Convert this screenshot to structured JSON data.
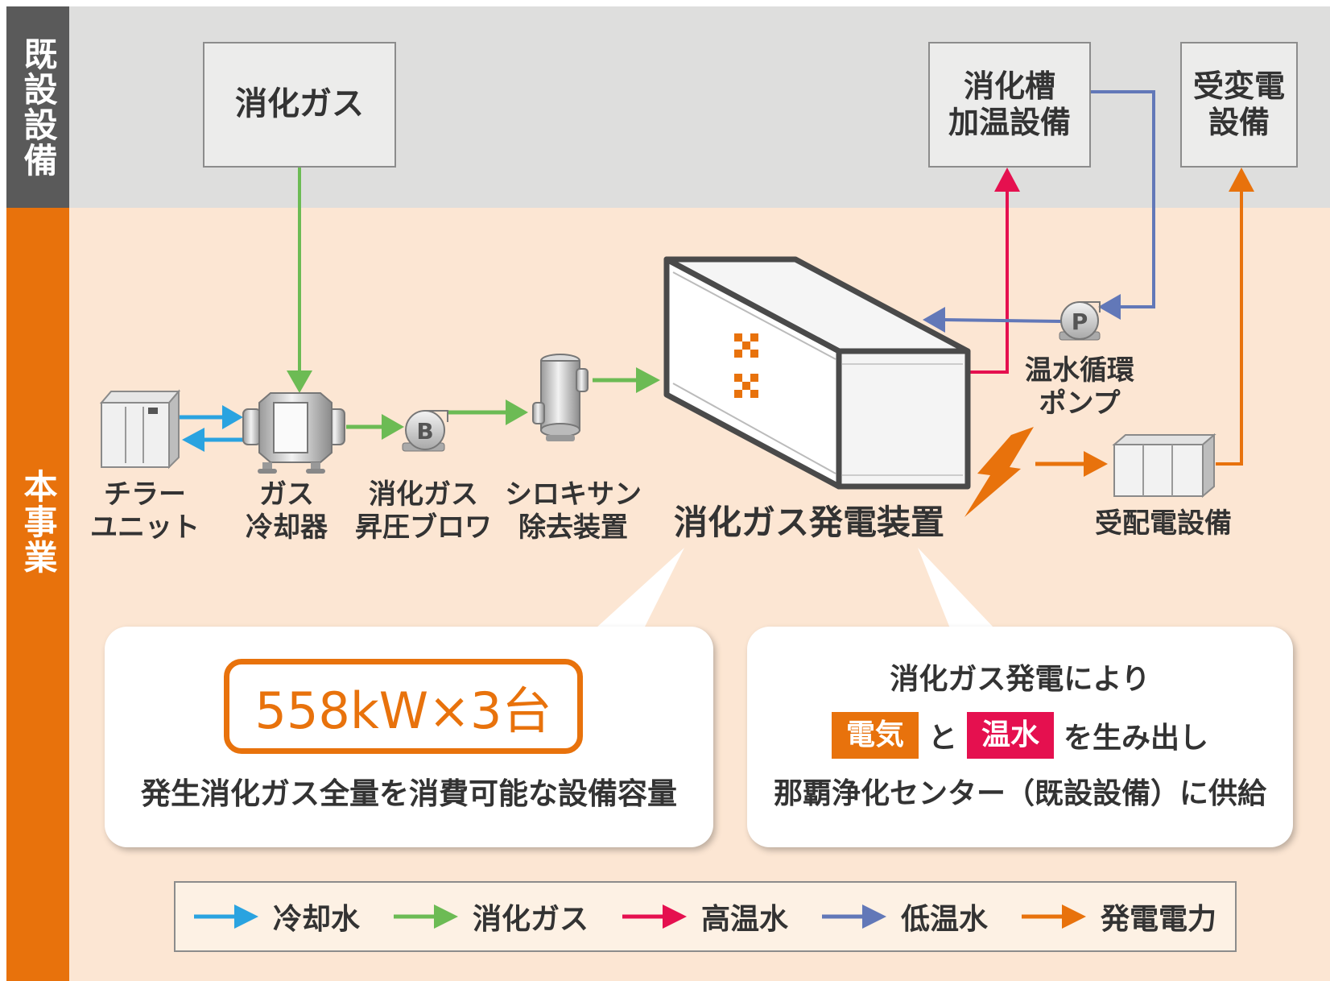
{
  "sections": {
    "existing_label": "既設設備",
    "project_label": "本事業"
  },
  "existing_boxes": {
    "digestion_gas": "消化ガス",
    "digester_heating": "消化槽\n加温設備",
    "substation": "受変電\n設備"
  },
  "equipment": {
    "chiller": "チラー\nユニット",
    "gas_cooler": "ガス\n冷却器",
    "blower": "消化ガス\n昇圧ブロワ",
    "siloxane": "シロキサン\n除去装置",
    "generator": "消化ガス発電装置",
    "pump": "温水循環\nポンプ",
    "power_distribution": "受配電設備",
    "blower_symbol": "B",
    "pump_symbol": "P"
  },
  "callout_left": {
    "capacity": "558kW×3台",
    "description": "発生消化ガス全量を消費可能な設備容量"
  },
  "callout_right": {
    "line1": "消化ガス発電により",
    "tag_electricity": "電気",
    "connector": "と",
    "tag_hot_water": "温水",
    "line2_suffix": "を生み出し",
    "line3": "那覇浄化センター（既設設備）に供給"
  },
  "legend": [
    {
      "label": "冷却水",
      "color": "#2aa3e0"
    },
    {
      "label": "消化ガス",
      "color": "#6cbb54"
    },
    {
      "label": "高温水",
      "color": "#e5104f"
    },
    {
      "label": "低温水",
      "color": "#6278b8"
    },
    {
      "label": "発電電力",
      "color": "#e8720c"
    }
  ],
  "colors": {
    "existing_bg": "#dededd",
    "project_bg": "#fce6d3",
    "existing_side": "#5a5a5a",
    "project_side": "#e8720c",
    "accent": "#e8720c",
    "hot_water_tag": "#e5104f"
  }
}
